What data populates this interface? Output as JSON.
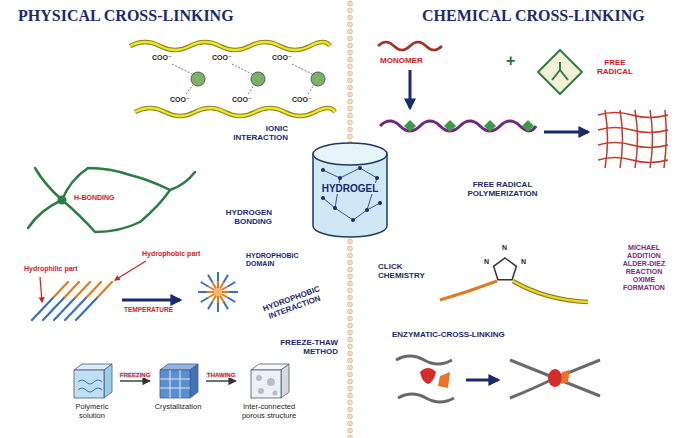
{
  "diagram": {
    "nodes": [
      {
        "text": [
          "PHYSICAL CROSS-LINKING"
        ]
      },
      {
        "text": [
          "CHEMICAL CROSS-LINKING"
        ]
      },
      {
        "text": [
          "HYDROGEL"
        ]
      },
      {
        "text": [
          "Polymeric solution"
        ],
        "in": 0
      },
      {
        "text": [
          "Crystallization"
        ],
        "in": 0
      },
      {
        "text": [
          "Inter-connected porous structure"
        ],
        "in": 0
      }
    ],
    "edges": [
      {
        "from": 3,
        "to": 4,
        "label": "FREEZING",
        "arrow": "to"
      },
      {
        "from": 4,
        "to": 5,
        "label": "THAWING",
        "arrow": "to"
      }
    ],
    "labels": [
      "COO⁻",
      "COO⁻",
      "COO⁻",
      "COO⁻",
      "COO⁻",
      "COO⁻",
      "IONIC INTERACTION",
      "H-BONDING",
      "HYDROGEN BONDING",
      "Hydrophobic part",
      "Hydrophilic part",
      "TEMPERATURE",
      "HYDROPHOBIC DOMAIN",
      "HYDROPHOBIC INTERACTION",
      "FREEZE-THAW METHOD",
      "MONOMER",
      "+",
      "FREE RADICAL",
      "FREE RADICAL POLYMERIZATION",
      "CLICK CHEMISTRY",
      "N",
      "N",
      "N",
      "MICHAEL ADDITION ALDER-DIEZ REACTION OXIME FORMATION",
      "ENZYMATIC-CROSS-LINKING"
    ]
  }
}
